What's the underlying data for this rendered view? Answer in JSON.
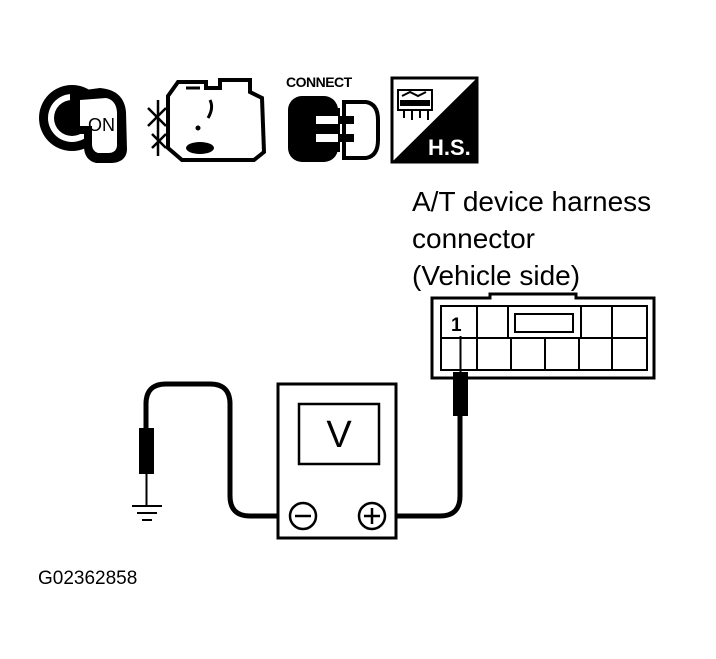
{
  "icons": {
    "ignition_text": "ON",
    "connect_text": "CONNECT",
    "hs_text": "H.S."
  },
  "connector_label": {
    "line1": "A/T device harness",
    "line2": "connector",
    "line3": "(Vehicle side)"
  },
  "pin_number": "1",
  "meter": {
    "label": "V",
    "negative_symbol": "−",
    "positive_symbol": "+"
  },
  "figure_code": "G02362858"
}
